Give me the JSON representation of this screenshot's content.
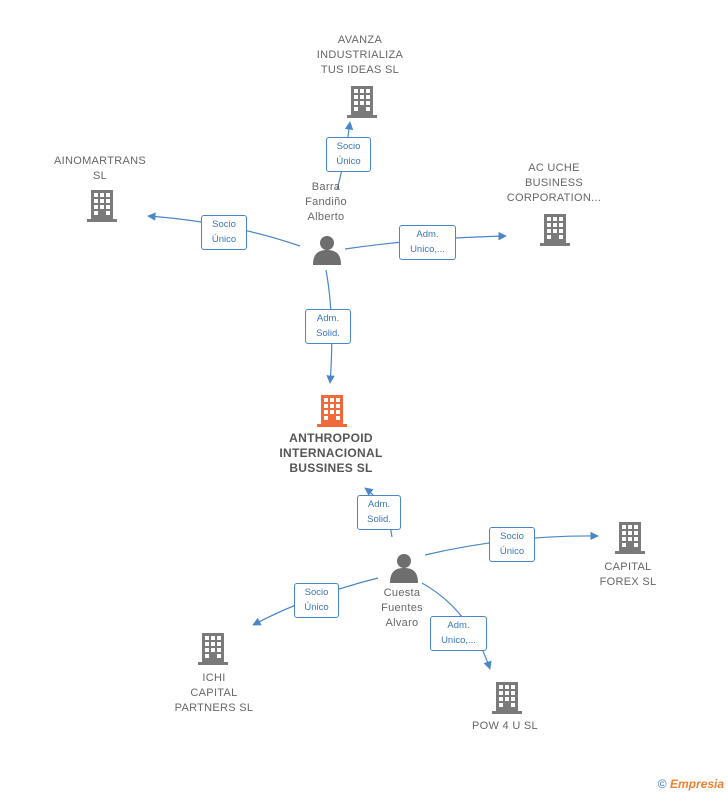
{
  "colors": {
    "edge": "#4a86c8",
    "building": "#7a7a7a",
    "building_main": "#f26a3a",
    "person": "#6e6e6e"
  },
  "nodes": {
    "avanza": {
      "label": "AVANZA\nINDUSTRIALIZA\nTUS IDEAS  SL",
      "icon": "building-icon"
    },
    "ainomartrans": {
      "label": "AINOMARTRANS\nSL",
      "icon": "building-icon"
    },
    "acuche": {
      "label": "AC UCHE\nBUSINESS\nCORPORATION...",
      "icon": "building-icon"
    },
    "barra": {
      "label": "Barra\nFandiño\nAlberto",
      "icon": "person-icon"
    },
    "anthropoid": {
      "label": "ANTHROPOID\nINTERNACIONAL\nBUSSINES  SL",
      "icon": "building-icon"
    },
    "cuesta": {
      "label": "Cuesta\nFuentes\nAlvaro",
      "icon": "person-icon"
    },
    "capital_forex": {
      "label": "CAPITAL\nFOREX  SL",
      "icon": "building-icon"
    },
    "ichi": {
      "label": "ICHI\nCAPITAL\nPARTNERS  SL",
      "icon": "building-icon"
    },
    "pow4u": {
      "label": "POW 4 U  SL",
      "icon": "building-icon"
    }
  },
  "edges": {
    "barra_avanza": "Socio\nÚnico",
    "barra_ainomartrans": "Socio\nÚnico",
    "barra_acuche": "Adm.\nUnico,...",
    "barra_anthropoid": "Adm.\nSolid.",
    "cuesta_anthropoid": "Adm.\nSolid.",
    "cuesta_capital": "Socio\nÚnico",
    "cuesta_ichi": "Socio\nÚnico",
    "cuesta_pow": "Adm.\nUnico,..."
  },
  "footer": {
    "copyright": "©",
    "brand": "Empresia"
  }
}
